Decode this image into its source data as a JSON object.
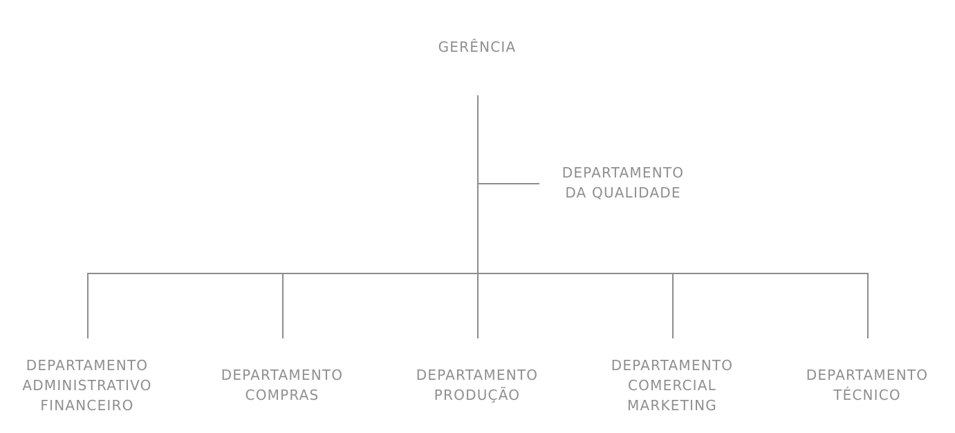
{
  "org_chart": {
    "top": {
      "lines": [
        "GERÊNCIA"
      ]
    },
    "staff": {
      "lines": [
        "DEPARTAMENTO",
        "DA QUALIDADE"
      ]
    },
    "departments": [
      {
        "lines": [
          "DEPARTAMENTO",
          "ADMINISTRATIVO",
          "FINANCEIRO"
        ]
      },
      {
        "lines": [
          "DEPARTAMENTO",
          "COMPRAS"
        ]
      },
      {
        "lines": [
          "DEPARTAMENTO",
          "PRODUÇÃO"
        ]
      },
      {
        "lines": [
          "DEPARTAMENTO",
          "COMERCIAL",
          "MARKETING"
        ]
      },
      {
        "lines": [
          "DEPARTAMENTO",
          "TÉCNICO"
        ]
      }
    ],
    "line_color": "#8c8c8c",
    "text_color": "#8f8f8f"
  }
}
